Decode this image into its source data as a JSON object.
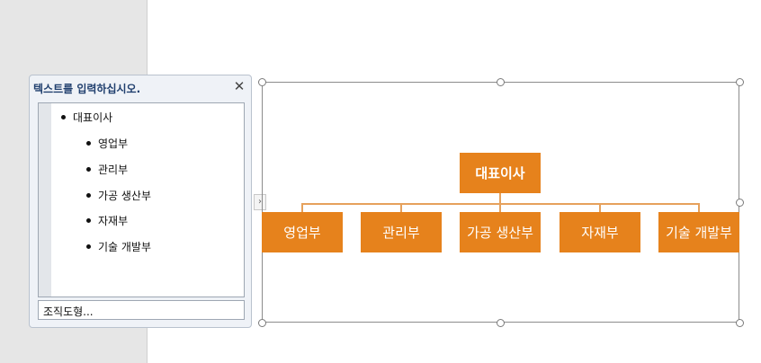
{
  "text_pane": {
    "title": "텍스트를 입력하십시오.",
    "close_glyph": "✕",
    "items": [
      {
        "label": "대표이사",
        "level": 0
      },
      {
        "label": "영업부",
        "level": 1
      },
      {
        "label": "관리부",
        "level": 1
      },
      {
        "label": "가공 생산부",
        "level": 1
      },
      {
        "label": "자재부",
        "level": 1
      },
      {
        "label": "기술 개발부",
        "level": 1
      }
    ],
    "footer": "조직도형...",
    "toggle_glyph": "›"
  },
  "org_chart": {
    "top": "대표이사",
    "children": [
      "영업부",
      "관리부",
      "가공 생산부",
      "자재부",
      "기술 개발부"
    ]
  },
  "colors": {
    "box_fill": "#e6821c",
    "connector": "#e6a15c",
    "pane_title": "#203f6e"
  }
}
